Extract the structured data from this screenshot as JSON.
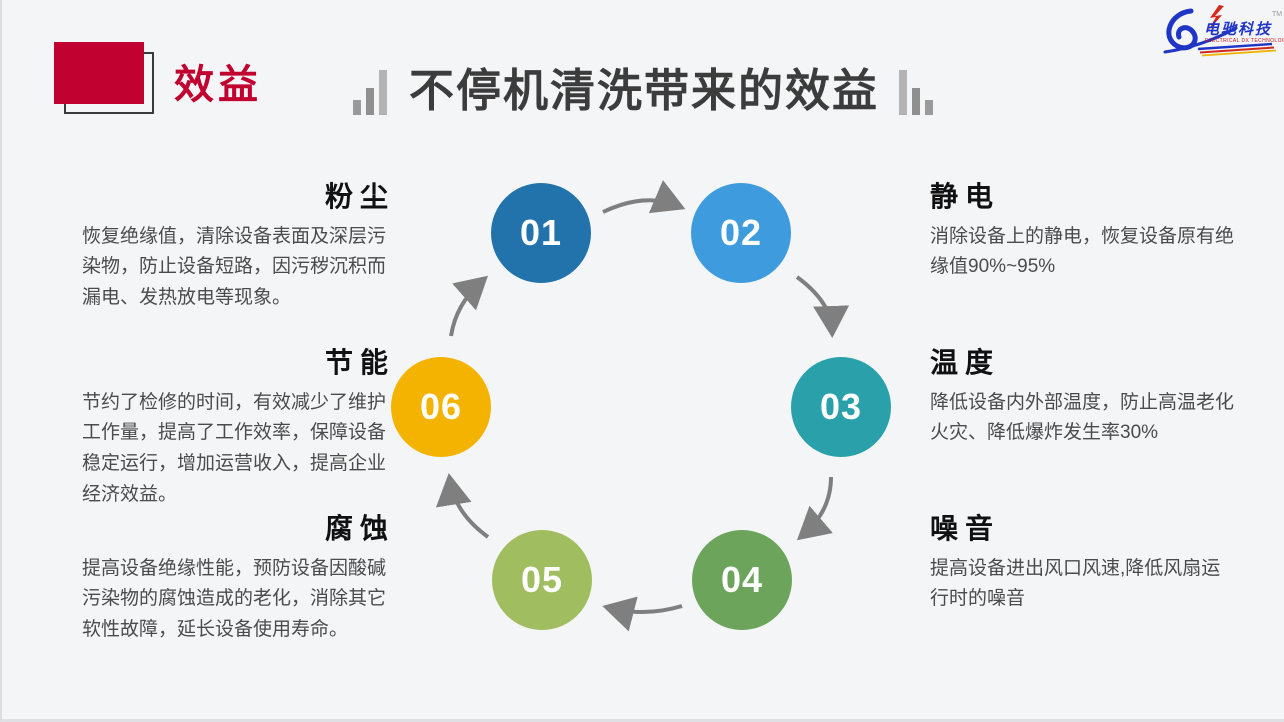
{
  "slide": {
    "background_color": "#f4f5f7",
    "section_label": "效益",
    "title": "不停机清洗带来的效益",
    "accent_color": "#c1012f",
    "title_color": "#3c3c3c"
  },
  "logo": {
    "company_name": "电驰科技",
    "tagline": "ELECTRICAL DX TECHNOLOGY",
    "trademark": "TM",
    "brand_blue": "#1f35c5",
    "brand_red": "#d42a1e",
    "brand_yellow": "#f0b400"
  },
  "cycle": {
    "arrow_color": "#7f7f7f",
    "steps": [
      {
        "num": "01",
        "color": "#2273ac"
      },
      {
        "num": "02",
        "color": "#3e9cde"
      },
      {
        "num": "03",
        "color": "#2aa1aa"
      },
      {
        "num": "04",
        "color": "#6ca45c"
      },
      {
        "num": "05",
        "color": "#a0be5f"
      },
      {
        "num": "06",
        "color": "#f5b301"
      }
    ]
  },
  "benefits": {
    "left": [
      {
        "title": "粉尘",
        "body": "恢复绝缘值，清除设备表面及深层污染物，防止设备短路，因污秽沉积而漏电、发热放电等现象。"
      },
      {
        "title": "节能",
        "body": "节约了检修的时间，有效减少了维护工作量，提高了工作效率，保障设备稳定运行，增加运营收入，提高企业经济效益。"
      },
      {
        "title": "腐蚀",
        "body": "提高设备绝缘性能，预防设备因酸碱污染物的腐蚀造成的老化，消除其它软性故障，延长设备使用寿命。"
      }
    ],
    "right": [
      {
        "title": "静电",
        "body": "消除设备上的静电，恢复设备原有绝缘值90%~95%"
      },
      {
        "title": "温度",
        "body": "降低设备内外部温度，防止高温老化火灾、降低爆炸发生率30%"
      },
      {
        "title": "噪音",
        "body": "提高设备进出风口风速,降低风扇运行时的噪音"
      }
    ]
  }
}
